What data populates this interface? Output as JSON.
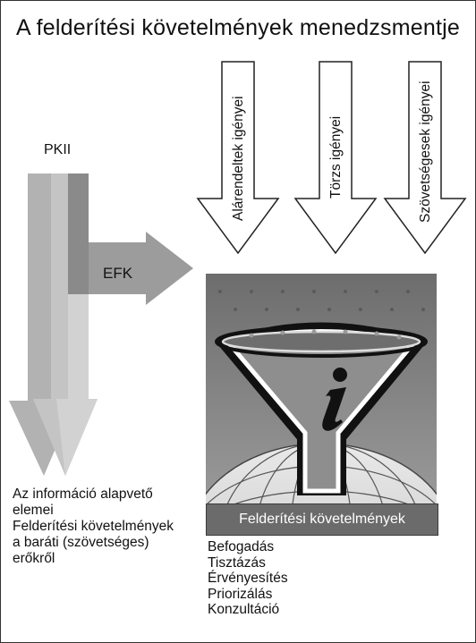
{
  "title": "A felderítési követelmények menedzsmentje",
  "labels": {
    "pkii": "PKII",
    "efk": "EFK",
    "requirements_bar": "Felderítési követelmények"
  },
  "arrows": [
    {
      "label": "Alárendeltek igényei"
    },
    {
      "label": "Törzs igényei"
    },
    {
      "label": "Szövetségesek igényei"
    }
  ],
  "left_notes": [
    "Az információ alapvető",
    "elemei",
    "Felderítési követelmények",
    "a baráti (szövetséges)",
    "erőkről"
  ],
  "process_steps": [
    "Befogadás",
    "Tisztázás",
    "Érvényesítés",
    "Priorizálás",
    "Konzultáció"
  ],
  "icons": {
    "funnel": "funnel-icon",
    "info": "info-i-icon",
    "globe": "globe-grid"
  }
}
